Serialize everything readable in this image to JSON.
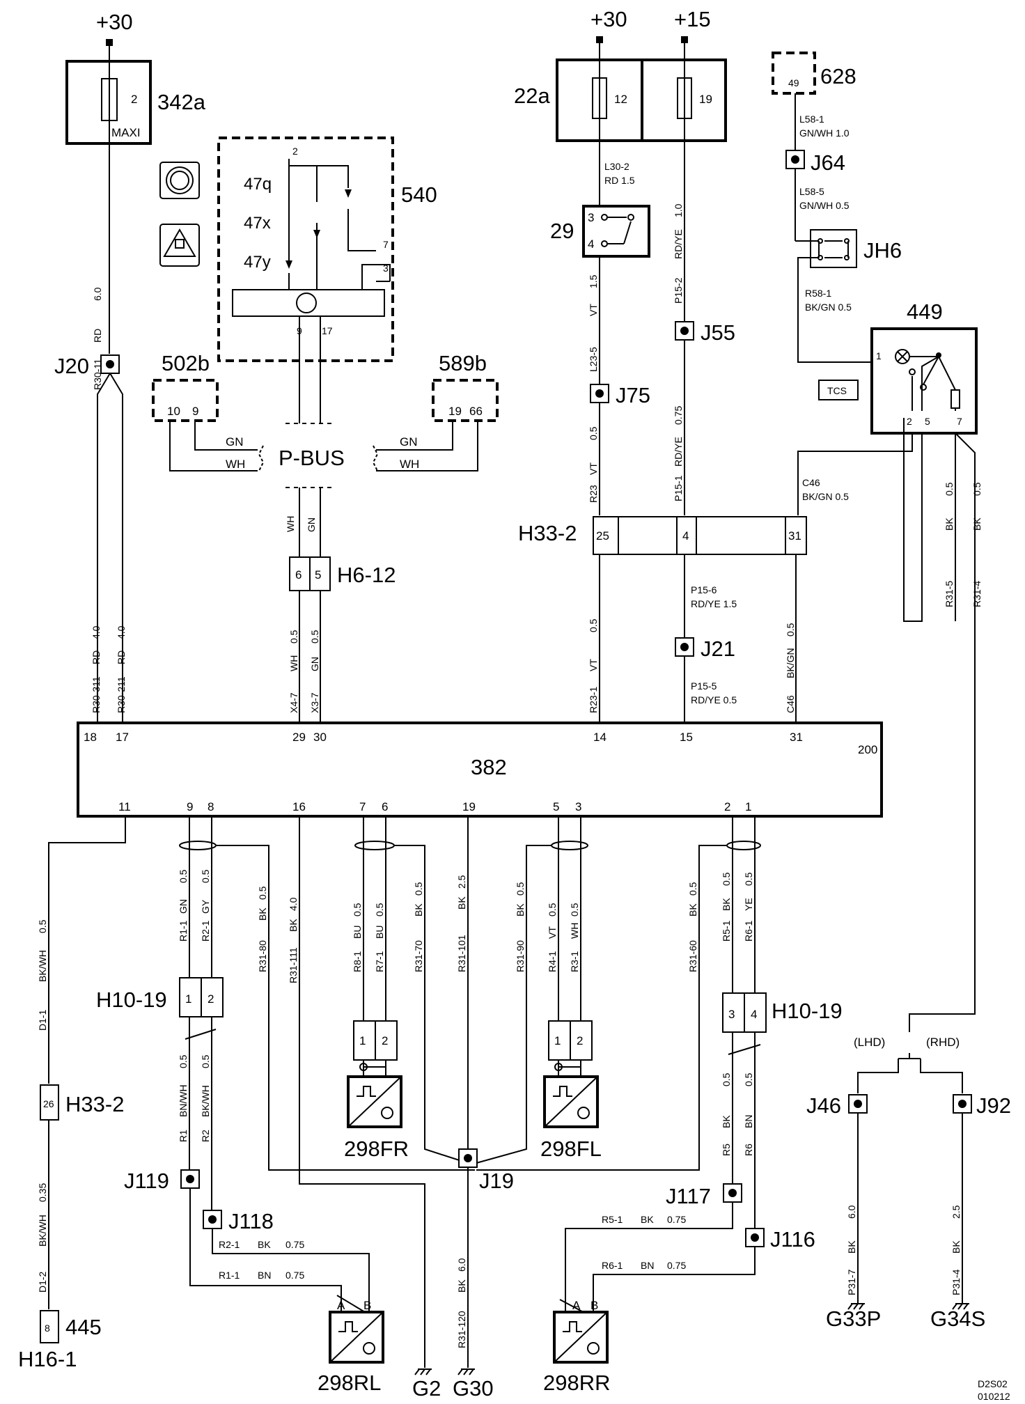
{
  "components": {
    "c342a": {
      "id": "342a",
      "sub": "MAXI",
      "pin": "2"
    },
    "c540": {
      "id": "540",
      "lamps": [
        "47q",
        "47x",
        "47y"
      ],
      "pins": [
        "2",
        "7",
        "3",
        "9",
        "17"
      ]
    },
    "c22a": {
      "id": "22a",
      "pins": [
        "12",
        "19"
      ]
    },
    "c628": {
      "id": "628",
      "pin": "49"
    },
    "c29": {
      "id": "29",
      "pins": [
        "3",
        "4"
      ]
    },
    "c449": {
      "id": "449",
      "label": "TCS",
      "pins": [
        "1",
        "2",
        "5",
        "7"
      ]
    },
    "c502b": {
      "id": "502b",
      "pins": [
        "10",
        "9"
      ]
    },
    "c589b": {
      "id": "589b",
      "pins": [
        "19",
        "66"
      ]
    },
    "pbus": "P-BUS",
    "c382": {
      "id": "382",
      "pins_top": [
        "18",
        "17",
        "29",
        "30",
        "14",
        "15",
        "31",
        "200"
      ],
      "pins_bottom": [
        "11",
        "9",
        "8",
        "16",
        "7",
        "6",
        "19",
        "5",
        "3",
        "2",
        "1"
      ]
    },
    "h33_2": {
      "id": "H33-2",
      "pins": [
        "25",
        "4",
        "31"
      ]
    },
    "h6_12": {
      "id": "H6-12",
      "pins": [
        "6",
        "5"
      ]
    },
    "h10_19_left": {
      "id": "H10-19",
      "pins": [
        "1",
        "2"
      ]
    },
    "h10_19_right": {
      "id": "H10-19",
      "pins": [
        "3",
        "4"
      ]
    },
    "h33_2b": {
      "id": "H33-2",
      "pin": "26"
    },
    "c445": {
      "id": "445",
      "conn": "H16-1",
      "pin": "8"
    },
    "sensors": {
      "fr": "298FR",
      "fl": "298FL",
      "rl": "298RL",
      "rr": "298RR",
      "pinA": "A",
      "pinB": "B",
      "pin1": "1",
      "pin2": "2"
    },
    "grounds": {
      "g2": "G2",
      "g30": "G30",
      "g33p": "G33P",
      "g34s": "G34S"
    },
    "drive": {
      "lhd": "(LHD)",
      "rhd": "(RHD)"
    }
  },
  "supplies": {
    "plus30": "+30",
    "plus15": "+15"
  },
  "junctions": [
    "J20",
    "J64",
    "JH6",
    "J55",
    "J75",
    "J21",
    "J19",
    "J119",
    "J118",
    "J117",
    "J116",
    "J46",
    "J92"
  ],
  "wires": {
    "w1": [
      "RD",
      "6.0",
      "R30-11"
    ],
    "w2": [
      "L30-2",
      "RD 1.5"
    ],
    "w3": [
      "L58-1",
      "GN/WH 1.0"
    ],
    "w4": [
      "L58-5",
      "GN/WH 0.5"
    ],
    "w5": [
      "R58-1",
      "BK/GN 0.5"
    ],
    "w6": [
      "RD/YE",
      "1.0"
    ],
    "w7": [
      "P15-2",
      "RD/YE"
    ],
    "w8": [
      "1.5",
      "VT",
      "L23-5"
    ],
    "w9": [
      "0.75",
      "RD/YE",
      "P15-1"
    ],
    "w10": [
      "0.5",
      "VT",
      "R23"
    ],
    "w11": [
      "C46",
      "BK/GN 0.5"
    ],
    "w12": [
      "GN",
      "WH"
    ],
    "w13": [
      "0.5",
      "BK",
      "R31-5"
    ],
    "w14": [
      "0.5",
      "BK",
      "R31-4"
    ],
    "w15": [
      "WH",
      "GN"
    ],
    "w16": [
      "R30-311",
      "RD",
      "4.0"
    ],
    "w17": [
      "R30-211",
      "RD",
      "4.0"
    ],
    "w18": [
      "X4-7",
      "WH",
      "0.5"
    ],
    "w19": [
      "X3-7",
      "GN",
      "0.5"
    ],
    "w20": [
      "R23-1",
      "VT",
      "0.5"
    ],
    "w21": [
      "P15-6",
      "RD/YE 1.5"
    ],
    "w22": [
      "P15-5",
      "RD/YE 0.5"
    ],
    "w23": [
      "C46",
      "BK/GN",
      "0.5"
    ],
    "w24": [
      "D1-1",
      "BK/WH",
      "0.5"
    ],
    "w25": [
      "R1-1",
      "GN",
      "0.5"
    ],
    "w26": [
      "R2-1",
      "GY",
      "0.5"
    ],
    "w27": [
      "R31-80",
      "BK",
      "0.5"
    ],
    "w28": [
      "R31-111",
      "BK",
      "4.0"
    ],
    "w29": [
      "R8-1",
      "BU",
      "0.5"
    ],
    "w30": [
      "R7-1",
      "BU",
      "0.5"
    ],
    "w31": [
      "R31-70",
      "BK",
      "0.5"
    ],
    "w32": [
      "R31-101",
      "BK",
      "2.5"
    ],
    "w33": [
      "R31-90",
      "BK",
      "0.5"
    ],
    "w34": [
      "R4-1",
      "VT",
      "0.5"
    ],
    "w35": [
      "R3-1",
      "WH",
      "0.5"
    ],
    "w36": [
      "R31-60",
      "BK",
      "0.5"
    ],
    "w37": [
      "R5-1",
      "BK",
      "0.5"
    ],
    "w38": [
      "R6-1",
      "YE",
      "0.5"
    ],
    "w39": [
      "R1",
      "BN/WH",
      "0.5"
    ],
    "w40": [
      "R2",
      "BK/WH",
      "0.5"
    ],
    "w41": [
      "R5",
      "BK",
      "0.5"
    ],
    "w42": [
      "R6",
      "BN",
      "0.5"
    ],
    "w43": [
      "D1-2",
      "BK/WH",
      "0.35"
    ],
    "w44": [
      "R2-1",
      "BK",
      "0.75"
    ],
    "w45": [
      "R1-1",
      "BN",
      "0.75"
    ],
    "w46": [
      "R5-1",
      "BK",
      "0.75"
    ],
    "w47": [
      "R6-1",
      "BN",
      "0.75"
    ],
    "w48": [
      "R31-120",
      "BK",
      "6.0"
    ],
    "w49": [
      "P31-7",
      "BK",
      "6.0"
    ],
    "w50": [
      "P31-4",
      "BK",
      "2.5"
    ]
  },
  "footer": {
    "code": "D2S02",
    "date": "010212"
  }
}
